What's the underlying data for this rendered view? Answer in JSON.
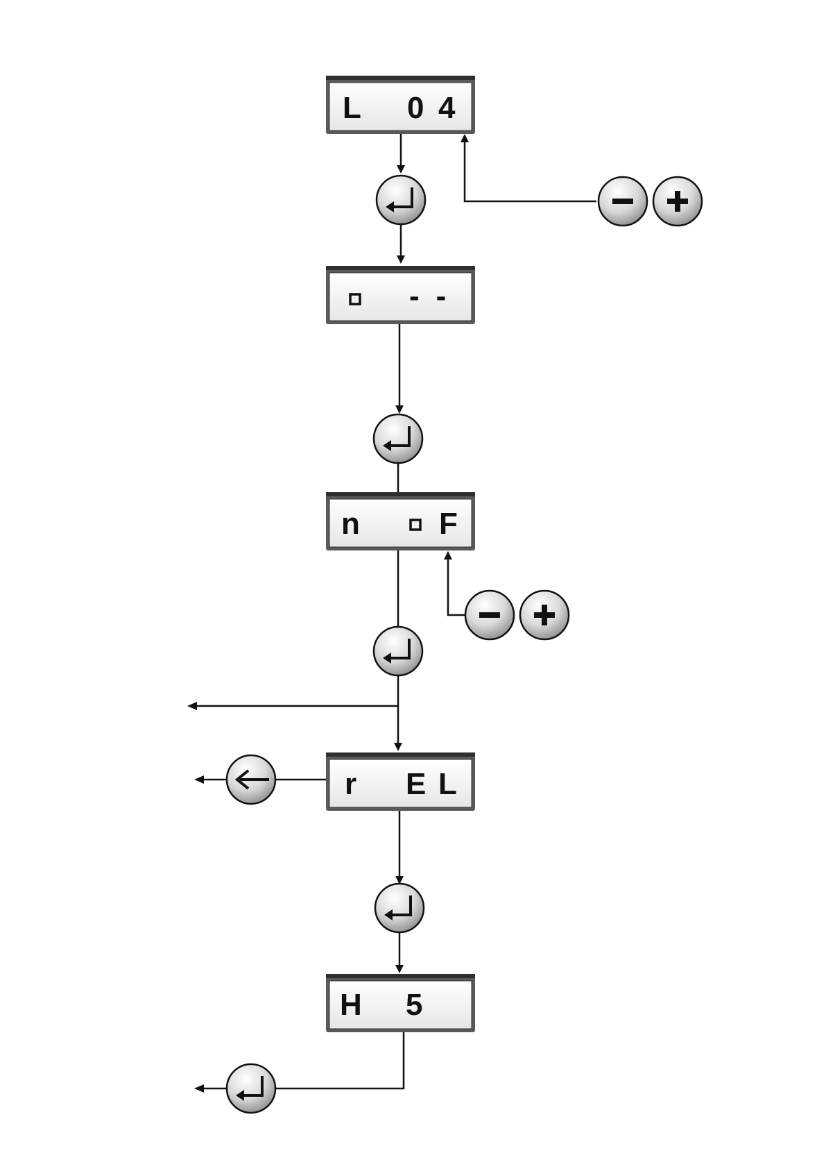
{
  "displays": [
    {
      "id": "disp-l04",
      "chars": [
        "L",
        "0",
        "4"
      ]
    },
    {
      "id": "disp-o-dash",
      "chars": [
        "--"
      ]
    },
    {
      "id": "disp-nof",
      "chars": [
        "n",
        "F"
      ]
    },
    {
      "id": "disp-rel",
      "chars": [
        "r",
        "E",
        "L"
      ]
    },
    {
      "id": "disp-h5",
      "chars": [
        "H",
        "5"
      ]
    }
  ],
  "icons": {
    "enter": "enter-key-icon",
    "minus": "minus-icon",
    "plus": "plus-icon",
    "back": "back-arrow-icon"
  },
  "colors": {
    "line": "#111111",
    "display_face": "#f4f4f4",
    "display_bezel": "#555555",
    "button_face": "#d6d6d6"
  }
}
